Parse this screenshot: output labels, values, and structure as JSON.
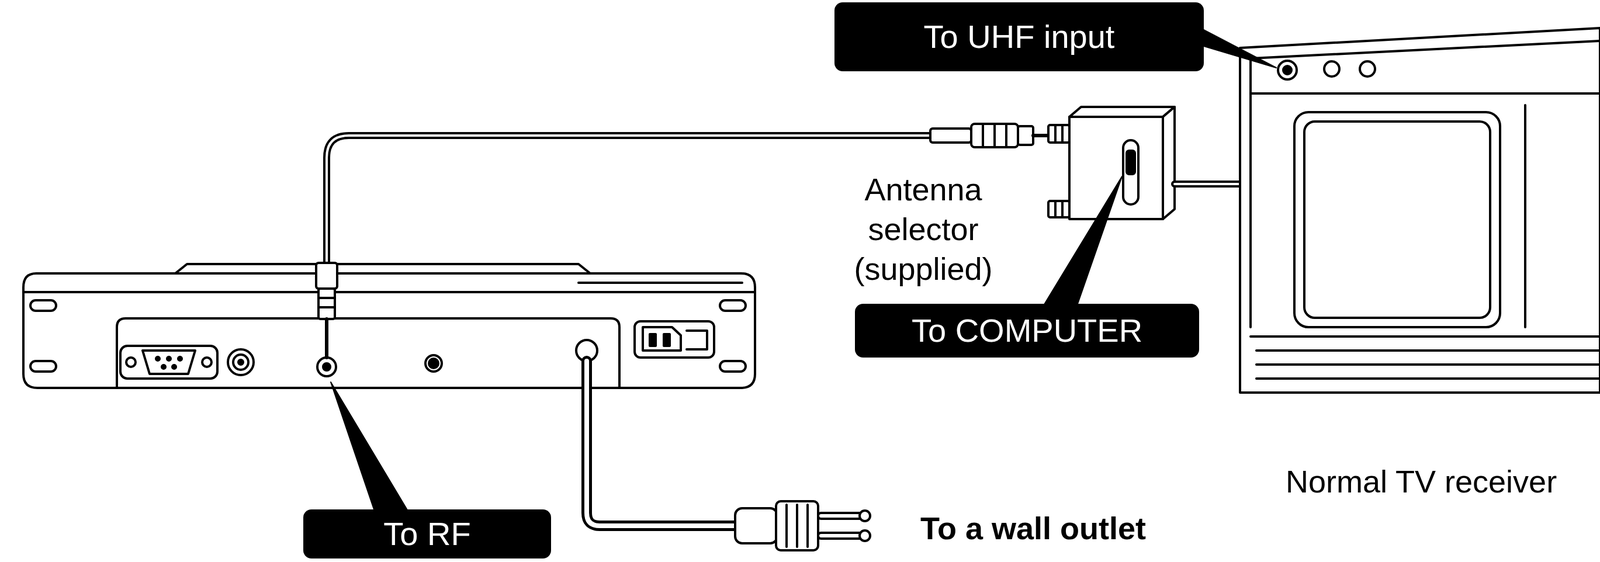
{
  "diagram": {
    "nodes": [
      {
        "text": [
          "To UHF input"
        ]
      },
      {
        "text": [
          "To COMPUTER"
        ]
      },
      {
        "text": [
          "To RF"
        ]
      }
    ],
    "labels": [
      "Antenna selector (supplied)",
      "Normal TV receiver",
      "To a wall outlet"
    ]
  }
}
